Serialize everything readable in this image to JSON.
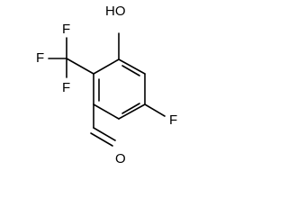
{
  "molecule": {
    "labels": {
      "hydroxyl": "HO",
      "fluorine_ring": "F",
      "cf3_fluorine_top": "F",
      "cf3_fluorine_left": "F",
      "cf3_fluorine_bottom": "F",
      "aldehyde_oxygen": "O"
    }
  }
}
